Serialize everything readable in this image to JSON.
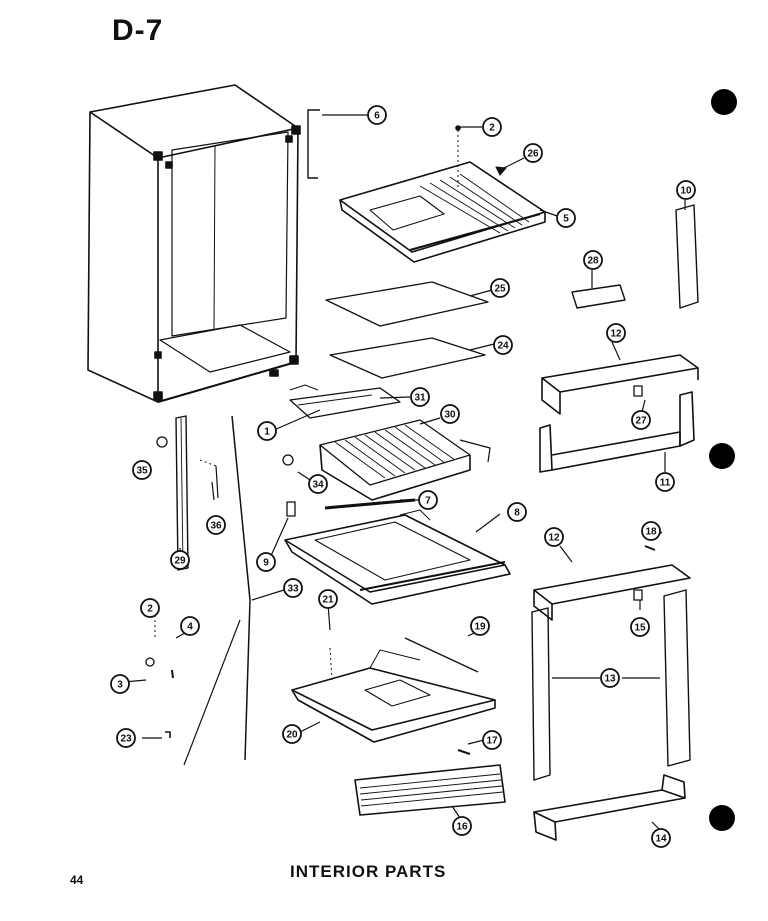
{
  "page": {
    "code": "D-7",
    "caption": "INTERIOR PARTS",
    "number": "44"
  },
  "callouts": [
    "6",
    "2",
    "26",
    "5",
    "10",
    "28",
    "25",
    "24",
    "12",
    "27",
    "31",
    "30",
    "1",
    "11",
    "35",
    "34",
    "36",
    "7",
    "8",
    "9",
    "29",
    "18",
    "12",
    "15",
    "33",
    "21",
    "2",
    "4",
    "19",
    "3",
    "13",
    "23",
    "20",
    "17",
    "16",
    "14"
  ],
  "colors": {
    "ink": "#111111",
    "punch_hole": "#000000",
    "paper": "#ffffff"
  }
}
